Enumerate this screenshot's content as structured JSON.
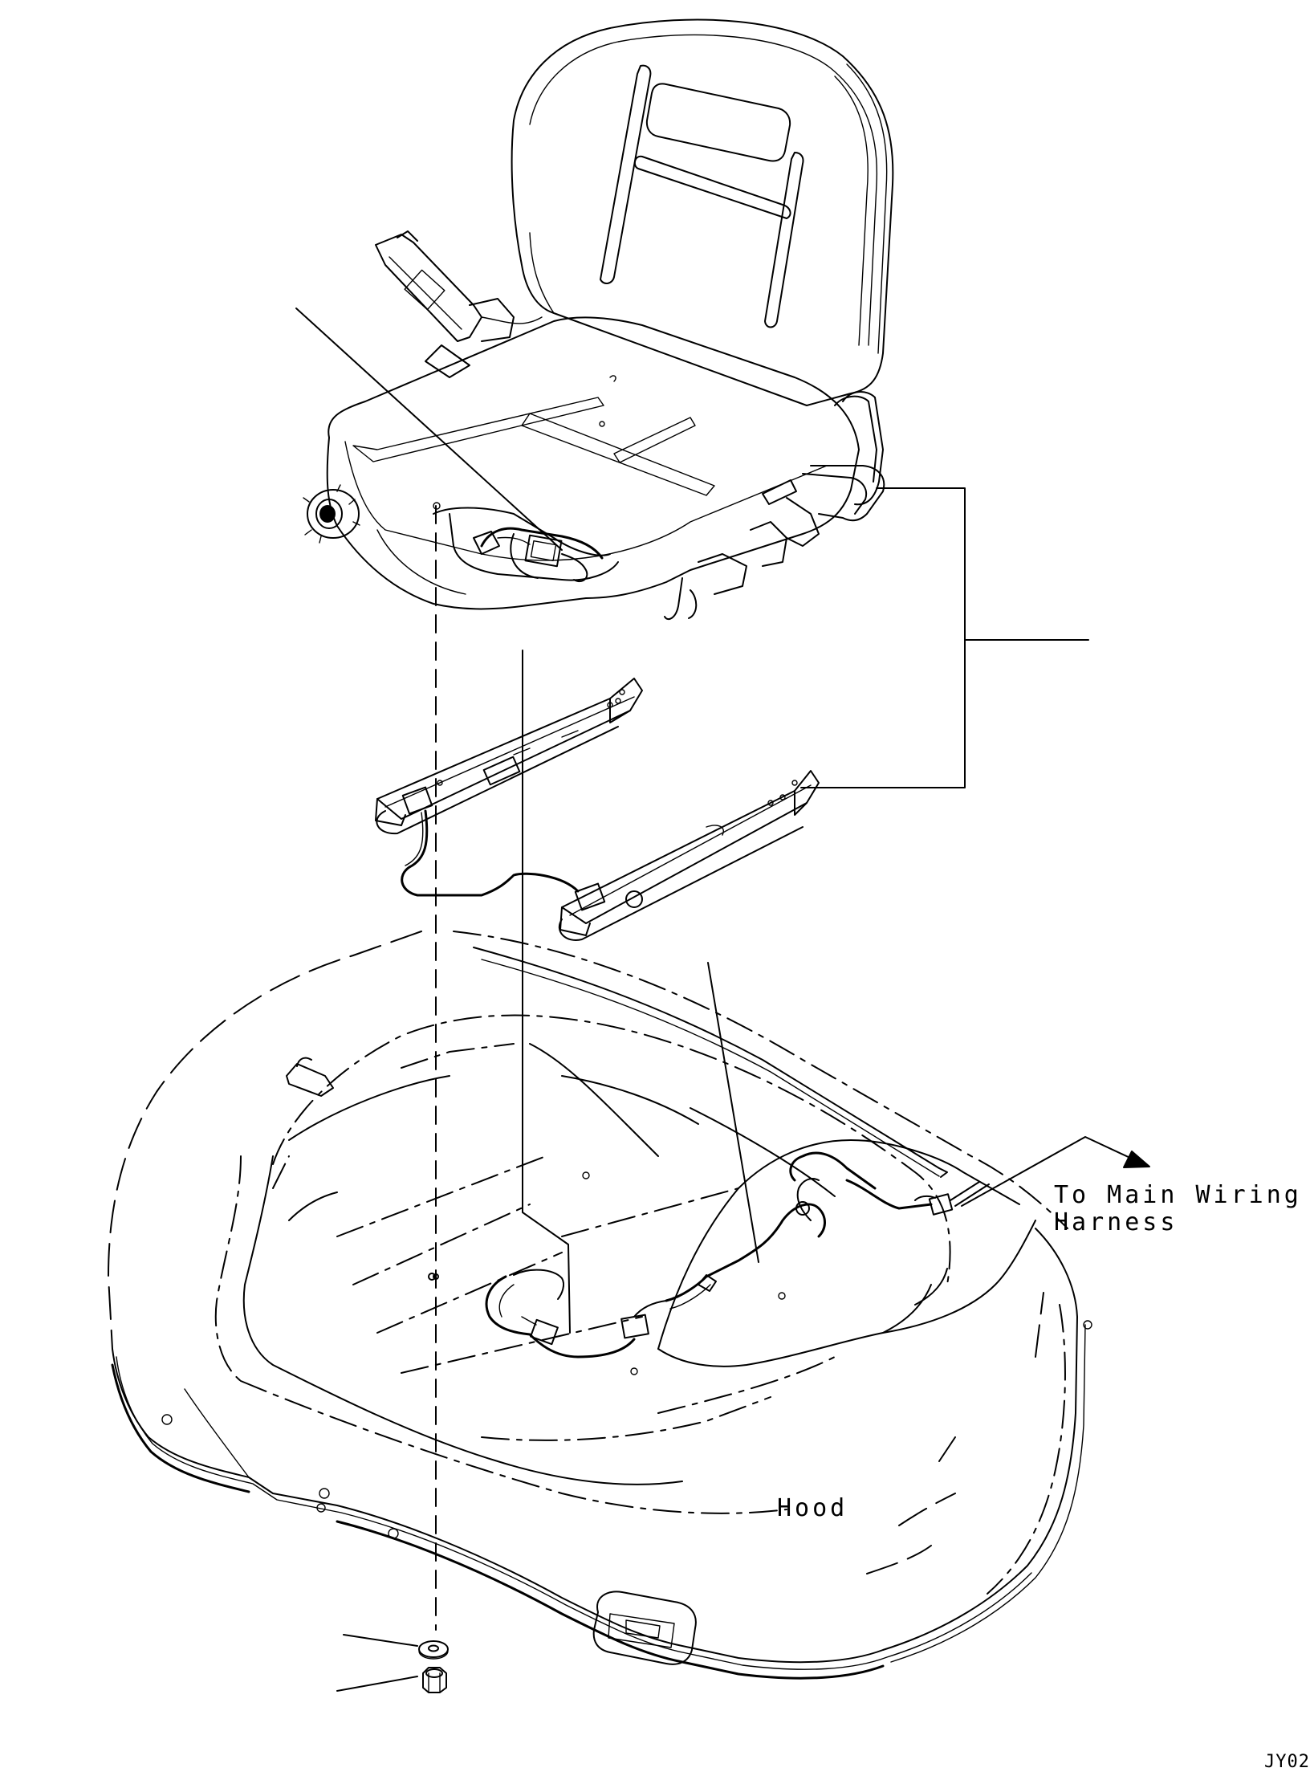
{
  "labels": {
    "harness_line1": "To Main Wiring",
    "harness_line2": "Harness",
    "hood": "Hood",
    "drawing_code": "JY02"
  }
}
